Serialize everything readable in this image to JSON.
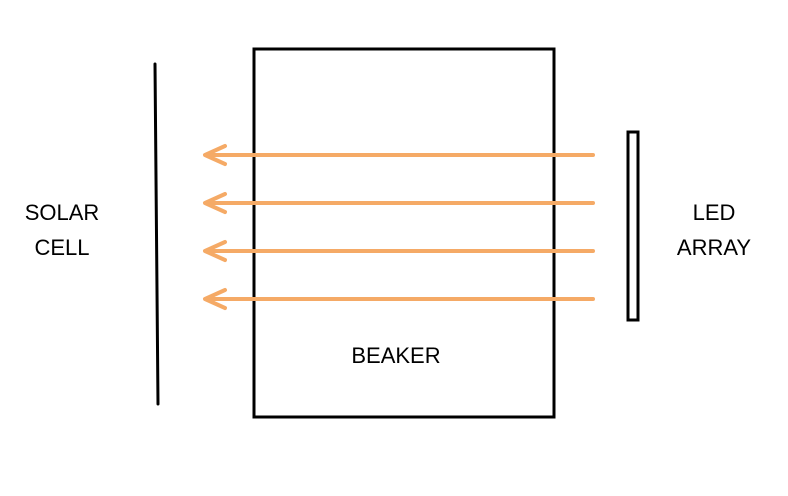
{
  "labels": {
    "solar_line1": "SOLAR",
    "solar_line2": "CELL",
    "led_line1": "LED",
    "led_line2": "ARRAY",
    "beaker": "BEAKER"
  },
  "colors": {
    "stroke": "#000000",
    "light_ray": "#F5AA66",
    "background": "#FFFFFF"
  },
  "rays": {
    "count": 4,
    "direction": "right-to-left"
  }
}
